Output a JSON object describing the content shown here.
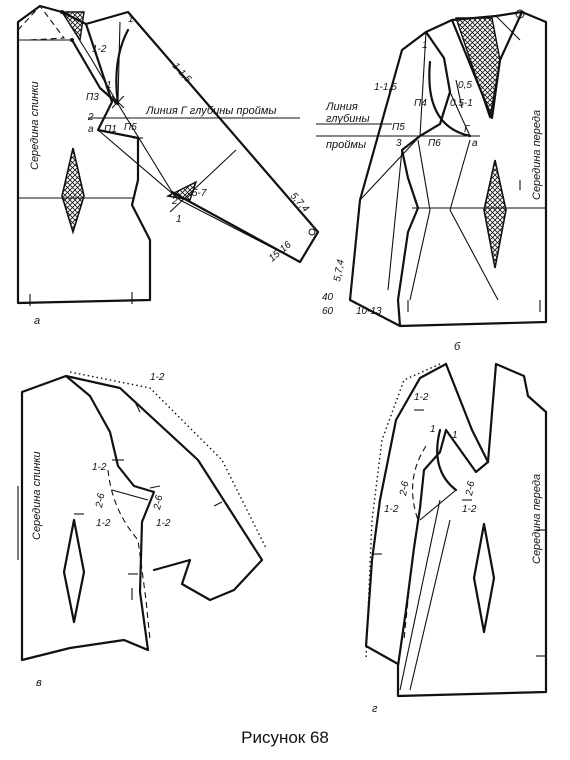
{
  "caption": "Рисунок 68",
  "panels": {
    "a": {
      "letter": "а",
      "center_label": "Середина спинки",
      "armhole_line_label": "Линия Г   глубины проймы",
      "measures": [
        "1",
        "1-2",
        "1-1,5",
        "1",
        "2",
        "а",
        "П3",
        "П1",
        "П5",
        "2",
        "5-7",
        "1",
        "5,7,4",
        "15-16"
      ]
    },
    "b": {
      "letter": "б",
      "center_label": "Середина переда",
      "armhole_line_label_1": "Линия",
      "armhole_line_label_2": "глубины",
      "armhole_line_label_3": "проймы",
      "measures": [
        "1",
        "1-1,5",
        "П4",
        "0,5-1",
        "0,5",
        "П5",
        "3",
        "П6",
        "Г",
        "а",
        "40",
        "60",
        "10-13",
        "5,7,4"
      ]
    },
    "v": {
      "letter": "в",
      "center_label": "Середина спинки",
      "measures": [
        "1-2",
        "1-2",
        "2-6",
        "1-2",
        "2-6",
        "1-2"
      ]
    },
    "g": {
      "letter": "г",
      "center_label": "Середина переда",
      "measures": [
        "1-2",
        "1",
        "1",
        "2-6",
        "2-6",
        "1-2",
        "1-2"
      ]
    }
  }
}
